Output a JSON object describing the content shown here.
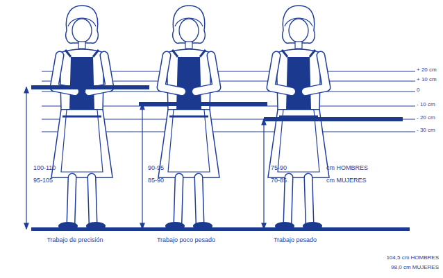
{
  "diagram": {
    "labels": [
      "+ 20 cm",
      "+ 10 cm",
      "0",
      "- 10 cm",
      "- 20 cm",
      "- 30 cm",
      "100-110",
      "95-105",
      "90-95",
      "85-90",
      "75-90",
      "70-85",
      "cm HOMBRES",
      "cm MUJERES",
      "Trabajo de precisión",
      "Trabajo poco pesado",
      "Trabajo pesado",
      "104,5 cm HOMBRES",
      "98,0 cm MUJERES"
    ]
  }
}
